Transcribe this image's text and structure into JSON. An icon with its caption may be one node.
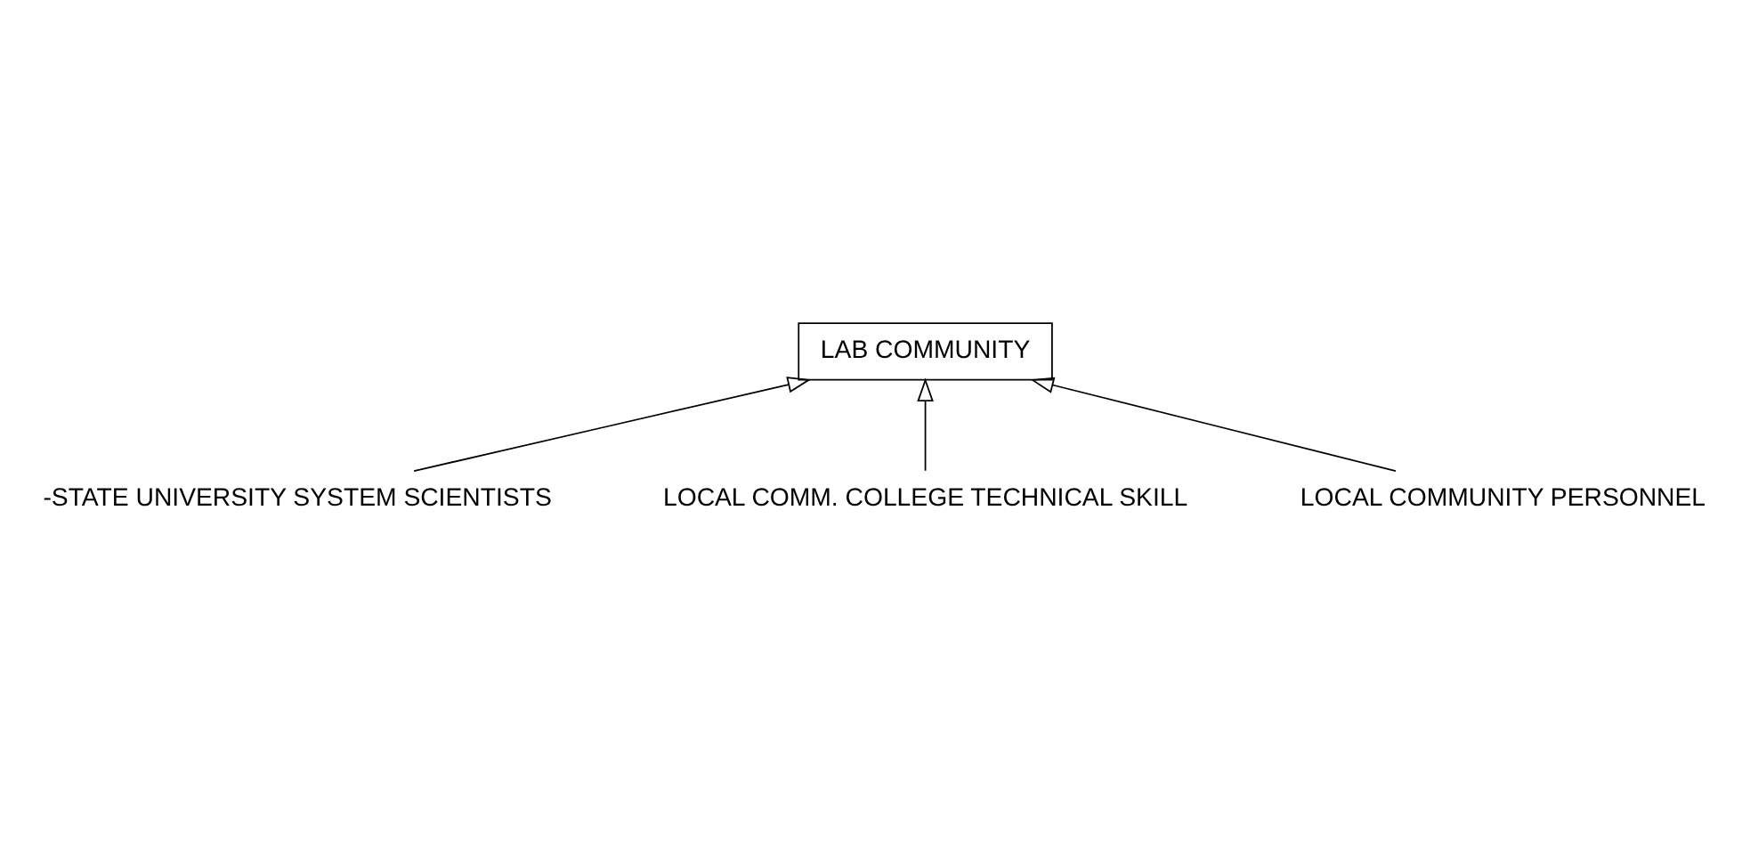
{
  "diagram": {
    "nodes": [
      {
        "text": [
          "LAB COMMUNITY"
        ]
      },
      {
        "text": [
          "-STATE UNIVERSITY SYSTEM SCIENTISTS"
        ]
      },
      {
        "text": [
          "LOCAL COMM. COLLEGE TECHNICAL SKILL"
        ]
      },
      {
        "text": [
          "LOCAL COMMUNITY PERSONNEL"
        ]
      }
    ],
    "edges": [
      {
        "from": 1,
        "to": 0,
        "arrow": "to"
      },
      {
        "from": 2,
        "to": 0,
        "arrow": "to"
      },
      {
        "from": 3,
        "to": 0,
        "arrow": "to"
      }
    ]
  }
}
